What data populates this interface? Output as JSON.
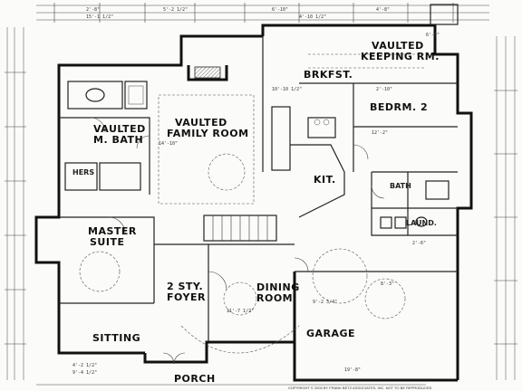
{
  "rooms": {
    "vaulted_keeping_rm": [
      "VAULTED",
      "KEEPING RM."
    ],
    "brkfst": "BRKFST.",
    "vaulted_family_room": [
      "VAULTED",
      "FAMILY ROOM"
    ],
    "bedrm_2": "BEDRM. 2",
    "vaulted_m_bath": [
      "VAULTED",
      "M. BATH"
    ],
    "kit": "KIT.",
    "hers": "HERS",
    "bath": "BATH",
    "laund": "LAUND.",
    "master_suite": [
      "MASTER",
      "SUITE"
    ],
    "foyer": [
      "2 STY.",
      "FOYER"
    ],
    "dining_room": [
      "DINING",
      "ROOM"
    ],
    "garage": "GARAGE",
    "sitting": "SITTING",
    "porch": "PORCH"
  },
  "copyright": "COPYRIGHT © 2003 BY FRANK BETZ ASSOCIATES, INC. NOT TO BE REPRODUCED"
}
